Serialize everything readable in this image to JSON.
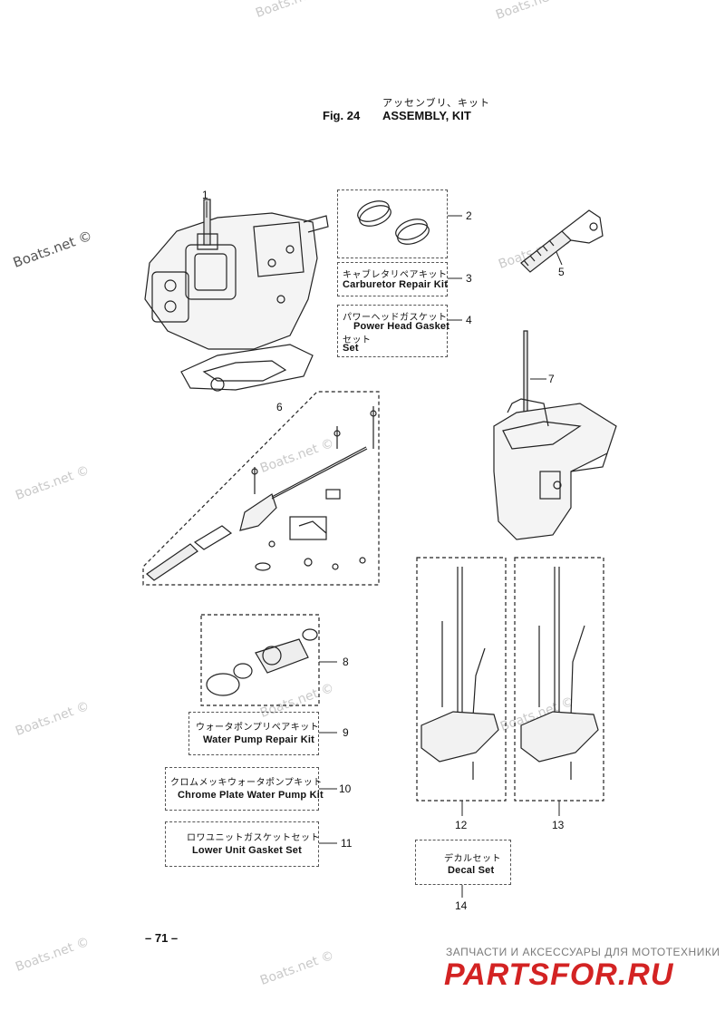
{
  "watermark": "Boats.net ©",
  "figure": {
    "title_jp": "アッセンブリ、キット",
    "number": "Fig. 24",
    "title_en": "ASSEMBLY, KIT"
  },
  "parts": [
    {
      "ref": "1"
    },
    {
      "ref": "2"
    },
    {
      "ref": "3",
      "name_jp": "キャブレタリペアキット",
      "name_en": "Carburetor Repair Kit"
    },
    {
      "ref": "4",
      "name_jp": "パワーヘッドガスケット",
      "name_en": "Power Head Gasket",
      "name_jp2": "セット",
      "name_en2": "Set"
    },
    {
      "ref": "5"
    },
    {
      "ref": "6"
    },
    {
      "ref": "7"
    },
    {
      "ref": "8"
    },
    {
      "ref": "9",
      "name_jp": "ウォータポンプリペアキット",
      "name_en": "Water Pump Repair Kit"
    },
    {
      "ref": "10",
      "name_jp": "クロムメッキウォータポンプキット",
      "name_en": "Chrome Plate Water Pump Kit"
    },
    {
      "ref": "11",
      "name_jp": "ロワユニットガスケットセット",
      "name_en": "Lower Unit Gasket Set"
    },
    {
      "ref": "12"
    },
    {
      "ref": "13"
    },
    {
      "ref": "14",
      "name_jp": "デカルセット",
      "name_en": "Decal Set"
    }
  ],
  "page_number": "– 71 –",
  "footer": {
    "tagline": "ЗАПЧАСТИ И АКСЕССУАРЫ ДЛЯ МОТОТЕХНИКИ",
    "logo_a": "PARTS",
    "logo_b": "FOR.RU"
  }
}
